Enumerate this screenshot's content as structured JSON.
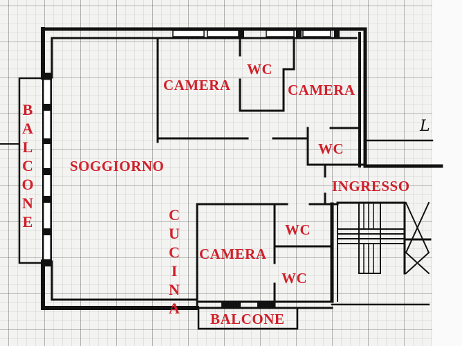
{
  "plan": {
    "type": "floor-plan",
    "label_color": "#d0202a",
    "wall_color": "#111111",
    "rooms": [
      {
        "id": "camera_1",
        "label": "CAMERA"
      },
      {
        "id": "wc_1",
        "label": "WC"
      },
      {
        "id": "camera_2",
        "label": "CAMERA"
      },
      {
        "id": "wc_2",
        "label": "WC"
      },
      {
        "id": "soggiorno",
        "label": "SOGGIORNO"
      },
      {
        "id": "ingresso",
        "label": "INGRESSO"
      },
      {
        "id": "wc_3",
        "label": "WC"
      },
      {
        "id": "camera_3",
        "label": "CAMERA"
      },
      {
        "id": "wc_4",
        "label": "WC"
      },
      {
        "id": "balcone_bottom",
        "label": "BALCONE"
      },
      {
        "id": "balcone_left",
        "label": "BALCONE"
      },
      {
        "id": "cucina",
        "label": "CUCINA"
      }
    ],
    "annotation_mark": "L"
  }
}
